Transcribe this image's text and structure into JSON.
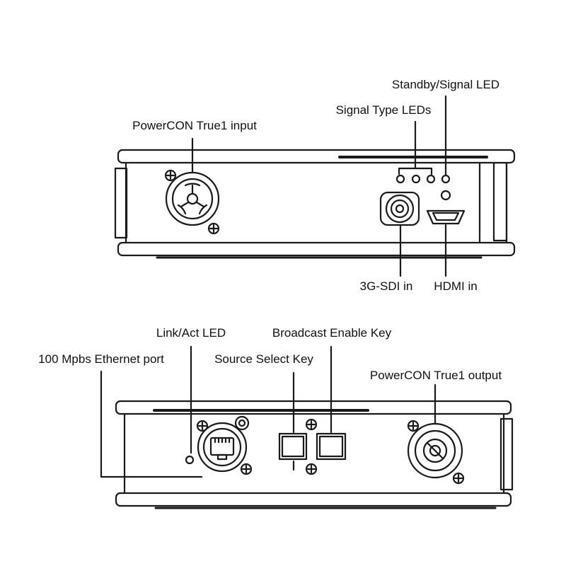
{
  "top_panel": {
    "labels": {
      "powercon_input": "PowerCON True1 input",
      "signal_type_leds": "Signal Type LEDs",
      "standby_signal_led": "Standby/Signal LED",
      "sdi_in": "3G-SDI in",
      "hdmi_in": "HDMI in"
    }
  },
  "bottom_panel": {
    "labels": {
      "link_act_led": "Link/Act LED",
      "broadcast_enable_key": "Broadcast Enable Key",
      "ethernet_port": "100 Mpbs Ethernet port",
      "source_select_key": "Source Select Key",
      "powercon_output": "PowerCON True1 output"
    }
  },
  "colors": {
    "line": "#1a1a1a",
    "background": "#ffffff"
  }
}
